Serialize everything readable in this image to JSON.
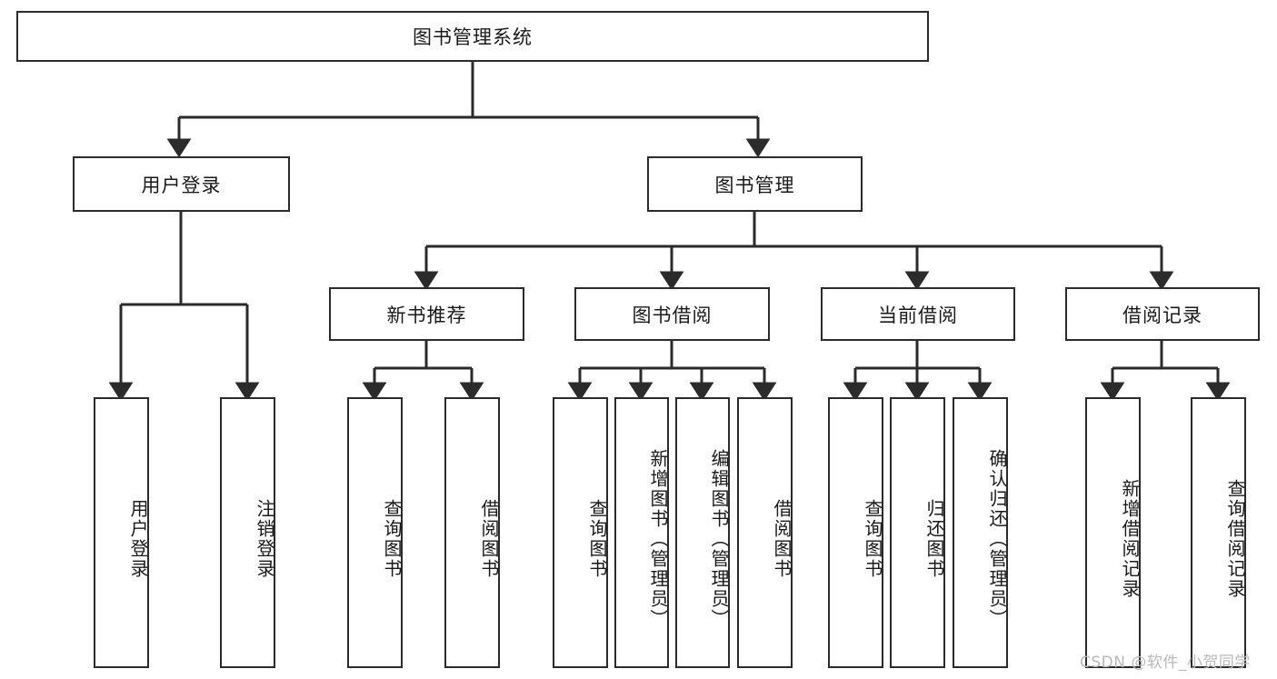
{
  "diagram": {
    "title": "图书管理系统",
    "type": "功能结构图",
    "root": {
      "id": "root",
      "label": "图书管理系统",
      "level": 0
    },
    "level1": [
      {
        "id": "user-login",
        "label": "用户登录"
      },
      {
        "id": "book-manage",
        "label": "图书管理"
      }
    ],
    "level2": [
      {
        "id": "new-book-recommend",
        "label": "新书推荐",
        "parent": "book-manage"
      },
      {
        "id": "book-borrow",
        "label": "图书借阅",
        "parent": "book-manage"
      },
      {
        "id": "current-borrow",
        "label": "当前借阅",
        "parent": "book-manage"
      },
      {
        "id": "borrow-record",
        "label": "借阅记录",
        "parent": "book-manage"
      }
    ],
    "leaves": [
      {
        "id": "leaf-user-login",
        "label": "用户登录",
        "parent": "user-login"
      },
      {
        "id": "leaf-logout",
        "label": "注销登录",
        "parent": "user-login"
      },
      {
        "id": "leaf-query-book-1",
        "label": "查询图书",
        "parent": "new-book-recommend"
      },
      {
        "id": "leaf-borrow-book-1",
        "label": "借阅图书",
        "parent": "new-book-recommend"
      },
      {
        "id": "leaf-query-book-2",
        "label": "查询图书",
        "parent": "book-borrow"
      },
      {
        "id": "leaf-add-book",
        "label": "新增图书（管理员）",
        "parent": "book-borrow"
      },
      {
        "id": "leaf-edit-book",
        "label": "编辑图书（管理员）",
        "parent": "book-borrow"
      },
      {
        "id": "leaf-borrow-book-2",
        "label": "借阅图书",
        "parent": "book-borrow"
      },
      {
        "id": "leaf-query-book-3",
        "label": "查询图书",
        "parent": "current-borrow"
      },
      {
        "id": "leaf-return-book",
        "label": "归还图书",
        "parent": "current-borrow"
      },
      {
        "id": "leaf-confirm-return",
        "label": "确认归还（管理员）",
        "parent": "current-borrow"
      },
      {
        "id": "leaf-add-record",
        "label": "新增借阅记录",
        "parent": "borrow-record"
      },
      {
        "id": "leaf-query-record",
        "label": "查询借阅记录",
        "parent": "borrow-record"
      }
    ],
    "watermark": "CSDN @软件_小贺同学",
    "colors": {
      "border": "#2b2b2b",
      "background": "#ffffff",
      "text": "#1a1a1a",
      "watermark": "#b9b9b9"
    }
  }
}
